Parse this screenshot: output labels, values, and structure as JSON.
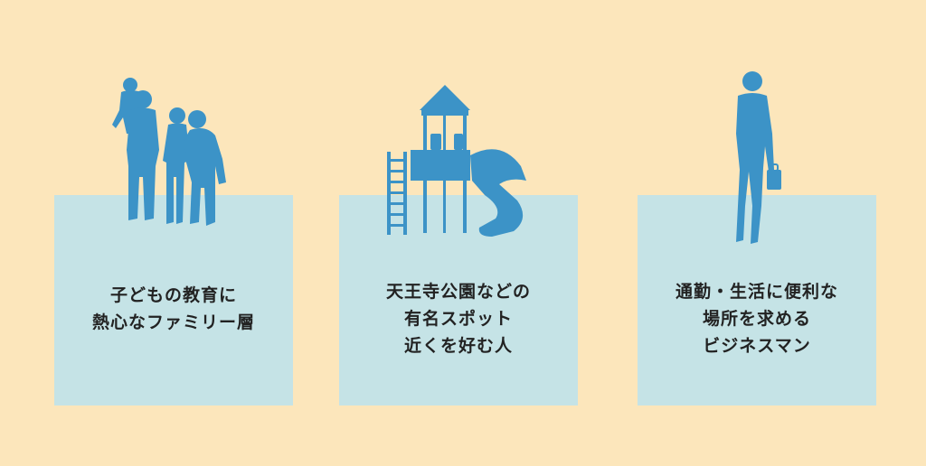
{
  "colors": {
    "background": "#fce6bb",
    "panel": "#c5e3e6",
    "silhouette": "#3c93c7",
    "text": "#222222"
  },
  "panels": [
    {
      "icon": "family-silhouette-icon",
      "lines": [
        "子どもの教育に",
        "熱心なファミリー層"
      ]
    },
    {
      "icon": "playground-icon",
      "lines": [
        "天王寺公園などの",
        "有名スポット",
        "近くを好む人"
      ]
    },
    {
      "icon": "businessman-icon",
      "lines": [
        "通勤・生活に便利な",
        "場所を求める",
        "ビジネスマン"
      ]
    }
  ]
}
